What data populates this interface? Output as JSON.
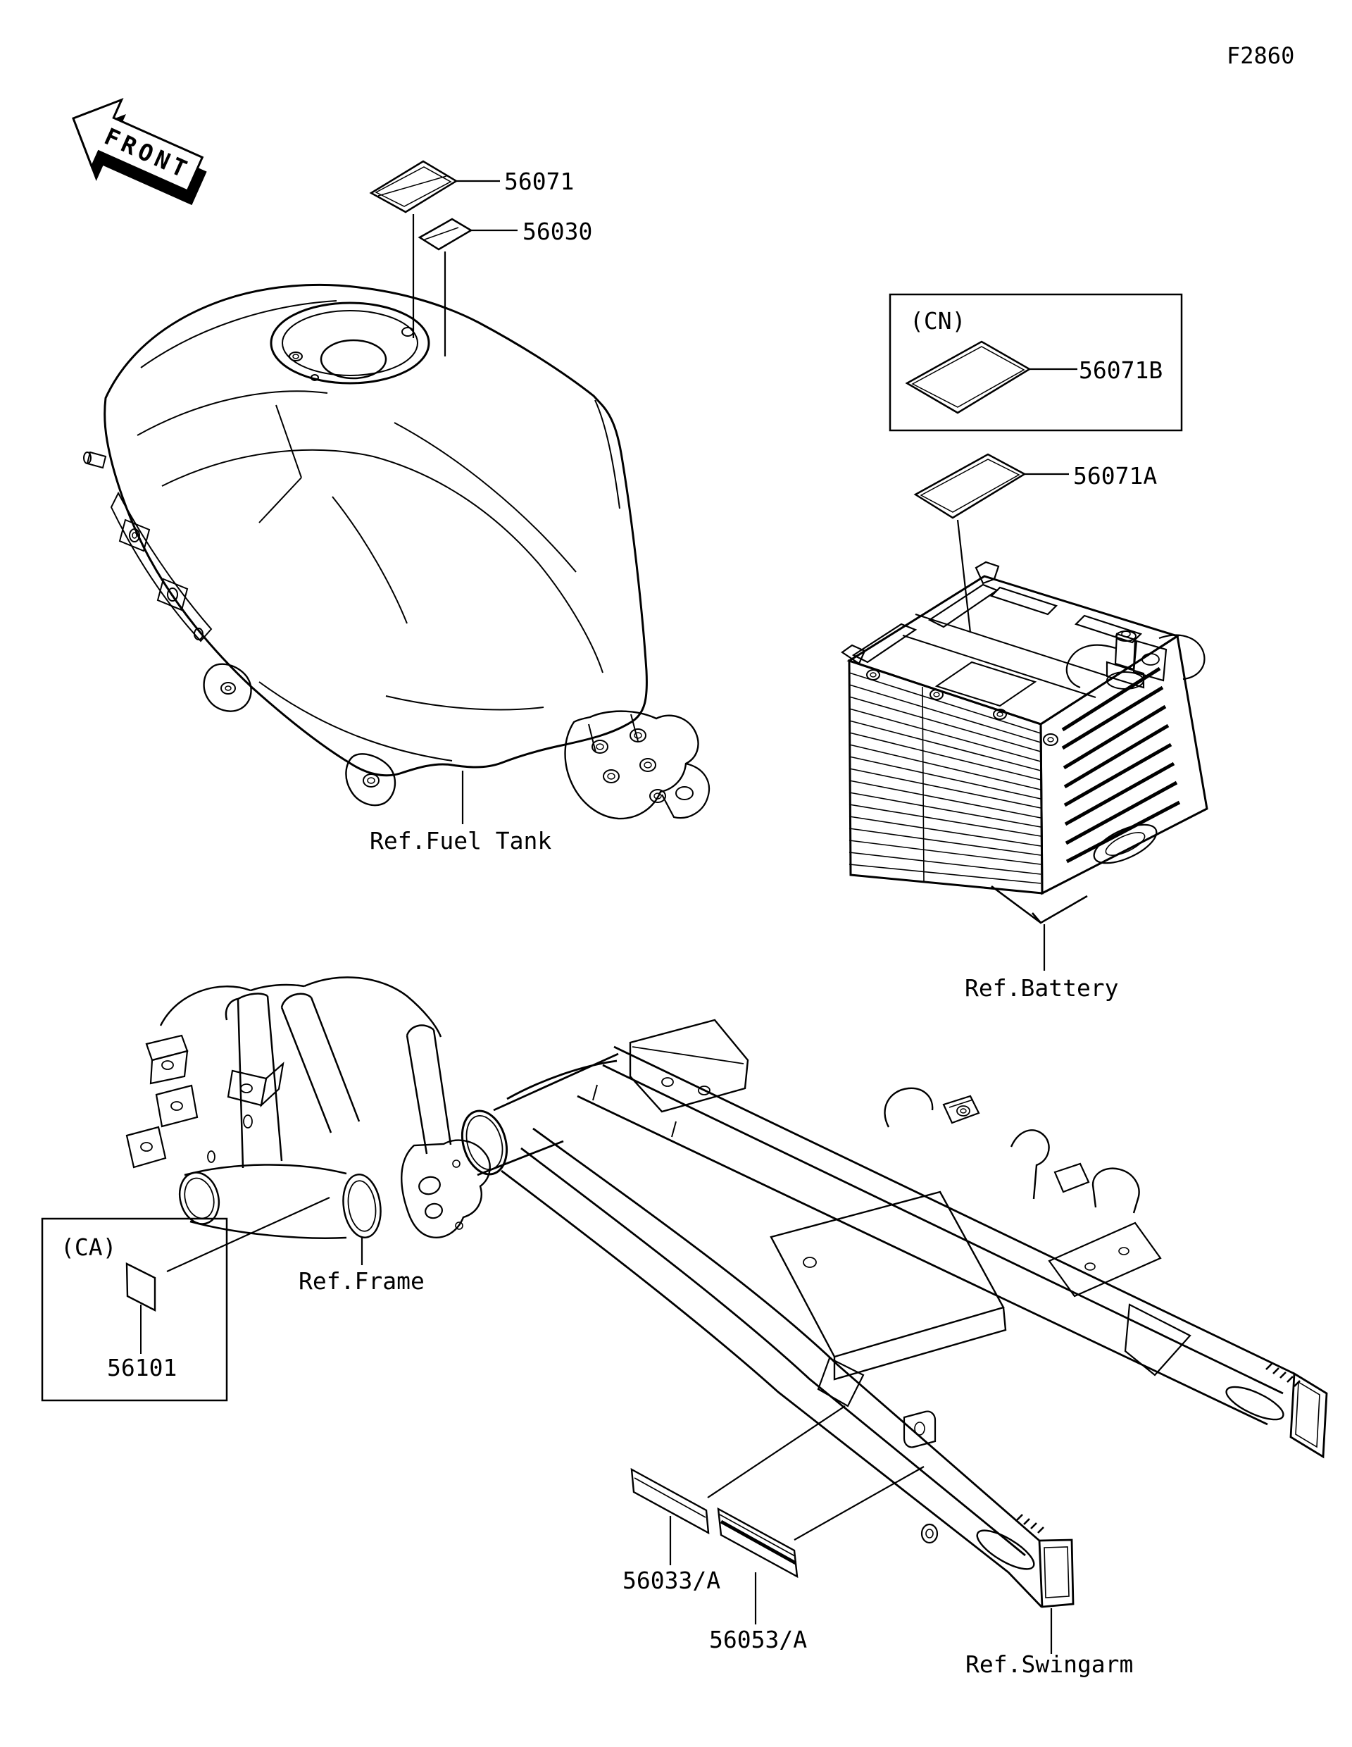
{
  "page": {
    "code": "F2860",
    "front_marker": "FRONT"
  },
  "fuel_tank": {
    "ref_label": "Ref.Fuel Tank",
    "part_numbers": {
      "label_large": "56071",
      "label_small": "56030"
    }
  },
  "battery": {
    "ref_label": "Ref.Battery",
    "part_number": "56071A",
    "cn_box": {
      "region": "(CN)",
      "part_number": "56071B"
    }
  },
  "frame": {
    "ref_label": "Ref.Frame",
    "ca_box": {
      "region": "(CA)",
      "part_number": "56101"
    }
  },
  "swingarm": {
    "ref_label": "Ref.Swingarm",
    "part_numbers": {
      "label_thin": "56033/A",
      "label_wide": "56053/A"
    }
  }
}
